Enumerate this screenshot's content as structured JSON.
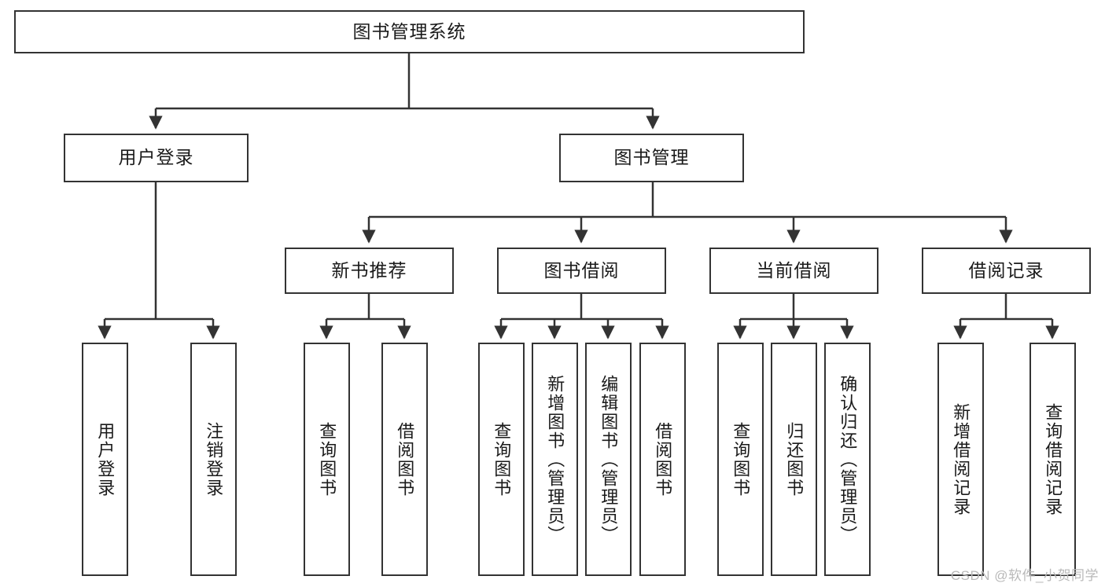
{
  "diagram": {
    "title_node": {
      "label": "图书管理系统"
    },
    "level2": [
      {
        "label": "用户登录"
      },
      {
        "label": "图书管理"
      }
    ],
    "level3": [
      {
        "label": "新书推荐"
      },
      {
        "label": "图书借阅"
      },
      {
        "label": "当前借阅"
      },
      {
        "label": "借阅记录"
      }
    ],
    "leaves": [
      {
        "label": "用户登录"
      },
      {
        "label": "注销登录"
      },
      {
        "label": "查询图书"
      },
      {
        "label": "借阅图书"
      },
      {
        "label": "查询图书"
      },
      {
        "label": "新增图书（管理员）"
      },
      {
        "label": "编辑图书（管理员）"
      },
      {
        "label": "借阅图书"
      },
      {
        "label": "查询图书"
      },
      {
        "label": "归还图书"
      },
      {
        "label": "确认归还（管理员）"
      },
      {
        "label": "新增借阅记录"
      },
      {
        "label": "查询借阅记录"
      }
    ]
  },
  "watermark": {
    "text": "CSDN @软件_小贺同学"
  },
  "colors": {
    "stroke": "#333333",
    "background": "#ffffff",
    "text": "#1a1a1a",
    "watermark": "#b9b9b9"
  }
}
